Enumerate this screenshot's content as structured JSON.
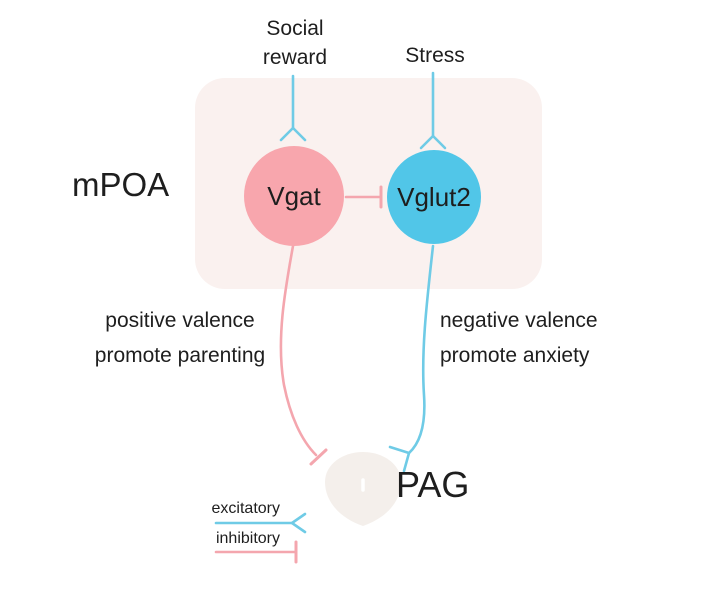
{
  "region": {
    "label": "mPOA"
  },
  "inputs": {
    "social_reward": "Social reward",
    "stress": "Stress"
  },
  "nodes": {
    "vgat": {
      "label": "Vgat",
      "fill": "#F8A6AD"
    },
    "vglut2": {
      "label": "Vglut2",
      "fill": "#51C6E8"
    }
  },
  "pathways": {
    "left": {
      "line1": "positive valence",
      "line2": "promote parenting"
    },
    "right": {
      "line1": "negative valence",
      "line2": "promote anxiety"
    }
  },
  "target": {
    "label": "PAG",
    "fill": "#F4EFEB",
    "edge": "#EDE5E0"
  },
  "legend": {
    "excitatory": "excitatory",
    "inhibitory": "inhibitory"
  },
  "colors": {
    "excitatory": "#6FCBE6",
    "inhibitory": "#F4A6AE",
    "region_fill": "#FAF1EF",
    "text": "#1E1E1E",
    "background": "#FFFFFF"
  }
}
